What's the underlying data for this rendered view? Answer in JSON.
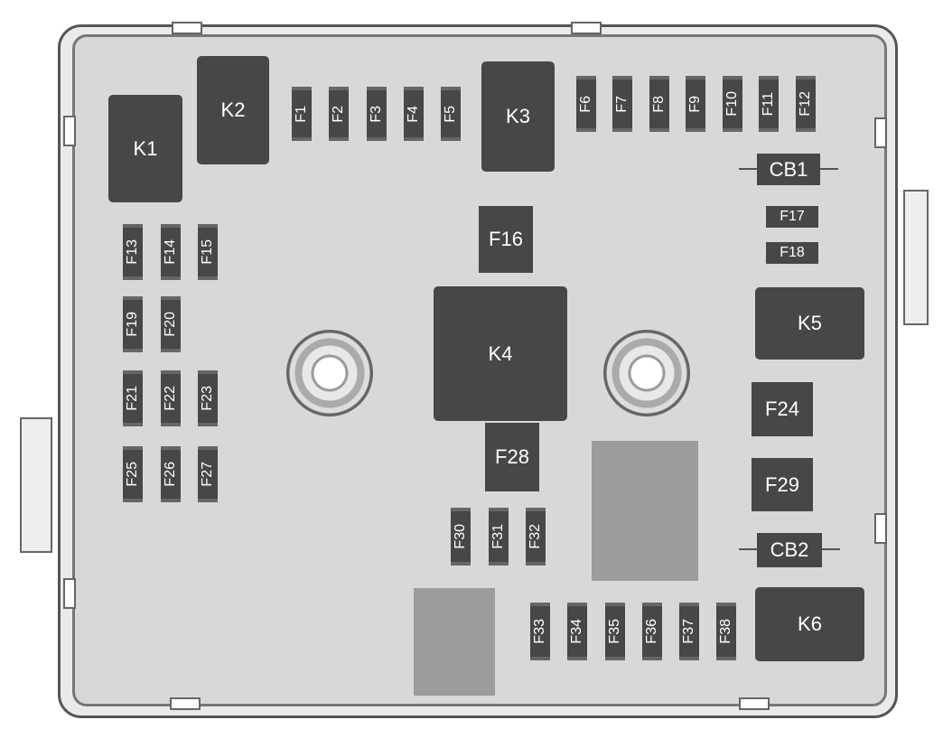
{
  "relays": {
    "k1": "K1",
    "k2": "K2",
    "k3": "K3",
    "k4": "K4",
    "k5": "K5",
    "k6": "K6"
  },
  "circuit_breakers": {
    "cb1": "CB1",
    "cb2": "CB2"
  },
  "fuses": {
    "f1": "F1",
    "f2": "F2",
    "f3": "F3",
    "f4": "F4",
    "f5": "F5",
    "f6": "F6",
    "f7": "F7",
    "f8": "F8",
    "f9": "F9",
    "f10": "F10",
    "f11": "F11",
    "f12": "F12",
    "f13": "F13",
    "f14": "F14",
    "f15": "F15",
    "f16": "F16",
    "f17": "F17",
    "f18": "F18",
    "f19": "F19",
    "f20": "F20",
    "f21": "F21",
    "f22": "F22",
    "f23": "F23",
    "f24": "F24",
    "f25": "F25",
    "f26": "F26",
    "f27": "F27",
    "f28": "F28",
    "f29": "F29",
    "f30": "F30",
    "f31": "F31",
    "f32": "F32",
    "f33": "F33",
    "f34": "F34",
    "f35": "F35",
    "f36": "F36",
    "f37": "F37",
    "f38": "F38"
  },
  "colors": {
    "component": "#474747",
    "housing": "#d8d8d8",
    "empty_slot": "#9c9c9c"
  }
}
